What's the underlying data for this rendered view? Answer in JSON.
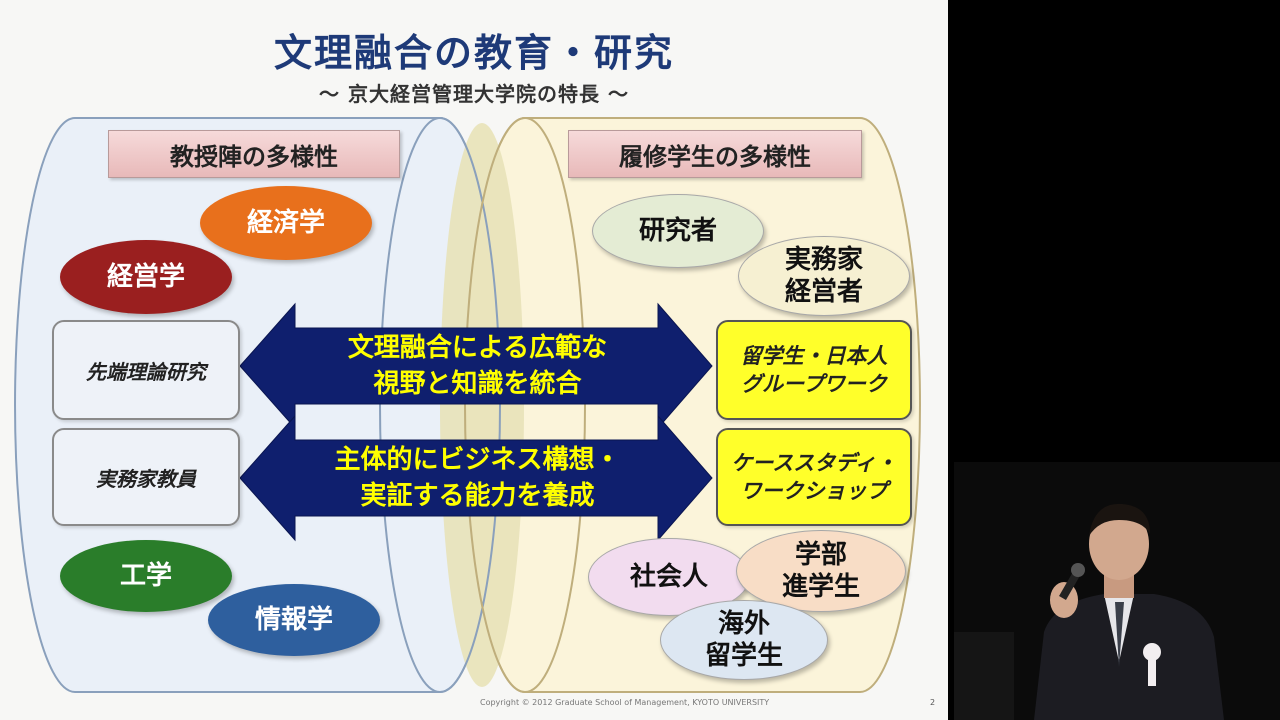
{
  "slide": {
    "title": "文理融合の教育・研究",
    "subtitle": "～ 京大経営管理大学院の特長 ～",
    "left_header": "教授陣の多様性",
    "right_header": "履修学生の多様性",
    "faculty_fields": {
      "economics": "経済学",
      "management": "経営学",
      "engineering": "工学",
      "informatics": "情報学"
    },
    "faculty_types": {
      "advanced_research": "先端理論研究",
      "practitioner_faculty": "実務家教員"
    },
    "arrow_top": [
      "文理融合による広範な",
      "視野と知識を統合"
    ],
    "arrow_bottom": [
      "主体的にビジネス構想・",
      "実証する能力を養成"
    ],
    "students": {
      "researchers": "研究者",
      "practitioners": [
        "実務家",
        "経営者"
      ],
      "working_adults": "社会人",
      "undergrad": [
        "学部",
        "進学生"
      ],
      "overseas": [
        "海外",
        "留学生"
      ]
    },
    "methods": {
      "group_work": [
        "留学生・日本人",
        "グループワーク"
      ],
      "case_study": [
        "ケーススタディ・",
        "ワークショップ"
      ]
    },
    "copyright": "Copyright © 2012 Graduate School of Management, KYOTO UNIVERSITY",
    "page_number": "2"
  },
  "colors": {
    "title": "#1e3a78",
    "arrow": "#0f1f6e",
    "arrow_text": "#ffff00",
    "economics": "#e8701c",
    "management": "#9a1f1f",
    "engineering": "#2a7d2a",
    "informatics": "#2e5f9e",
    "yellow_box": "#ffff2a"
  }
}
